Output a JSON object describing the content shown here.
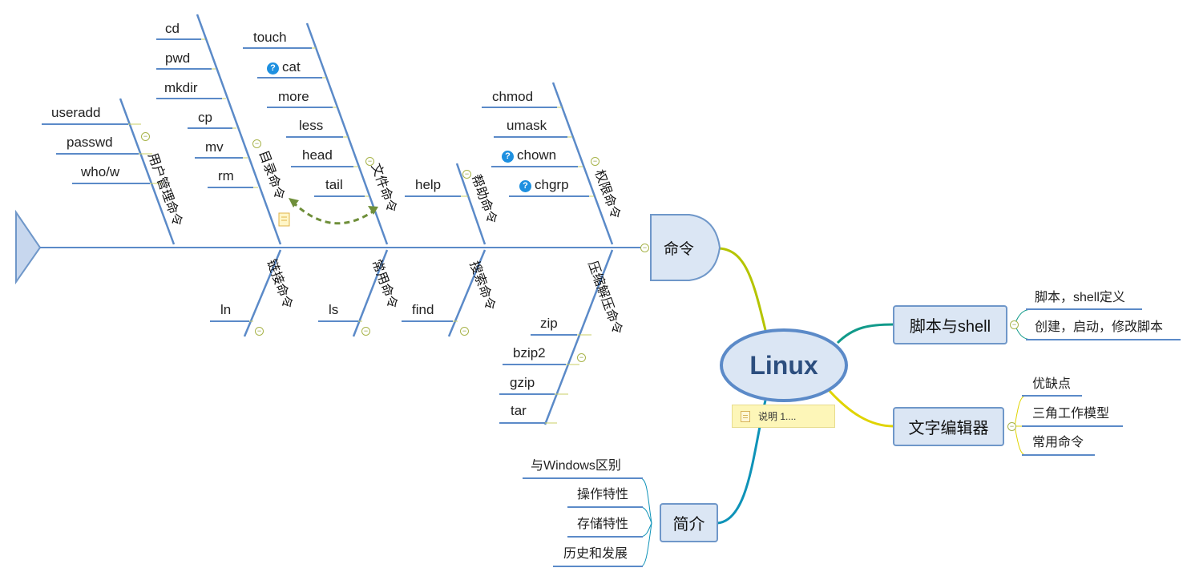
{
  "center": {
    "label": "Linux"
  },
  "note": {
    "text": "说明 1...."
  },
  "commands_node": {
    "label": "命令"
  },
  "fishbone": {
    "top_bones": [
      {
        "title": "用户管理命令",
        "items": [
          "useradd",
          "passwd",
          "who/w"
        ]
      },
      {
        "title": "目录命令",
        "items": [
          "cd",
          "pwd",
          "mkdir",
          "cp",
          "mv",
          "rm"
        ]
      },
      {
        "title": "文件命令",
        "items": [
          "touch",
          "cat",
          "more",
          "less",
          "head",
          "tail"
        ]
      },
      {
        "title": "帮助命令",
        "items": [
          "help"
        ]
      },
      {
        "title": "权限命令",
        "items": [
          "chmod",
          "umask",
          "chown",
          "chgrp"
        ]
      }
    ],
    "bottom_bones": [
      {
        "title": "链接命令",
        "items": [
          "ln"
        ]
      },
      {
        "title": "常用命令",
        "items": [
          "ls"
        ]
      },
      {
        "title": "搜索命令",
        "items": [
          "find"
        ]
      },
      {
        "title": "压缩解压命令",
        "items": [
          "zip",
          "bzip2",
          "gzip",
          "tar"
        ]
      }
    ]
  },
  "branches": {
    "script_shell": {
      "label": "脚本与shell",
      "items": [
        "脚本，shell定义",
        "创建，启动，修改脚本"
      ]
    },
    "text_editor": {
      "label": "文字编辑器",
      "items": [
        "优缺点",
        "三角工作模型",
        "常用命令"
      ]
    },
    "intro": {
      "label": "简介",
      "items": [
        "与Windows区别",
        "操作特性",
        "存储特性",
        "历史和发展"
      ]
    }
  },
  "colors": {
    "bone": "#5b8ac8",
    "node_fill": "#dbe6f4",
    "node_border": "#6f97c9",
    "branch_commands": "#b5c400",
    "branch_shell": "#119a8a",
    "branch_editor": "#e0d400",
    "branch_intro": "#0e93b8",
    "relation_arrow": "#6f8f3a",
    "help_icon": "#1e90e0",
    "note_fill": "#fdf6b8"
  }
}
